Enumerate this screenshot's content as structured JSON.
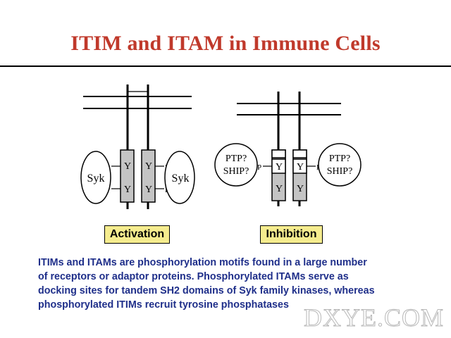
{
  "title": "ITIM and ITAM in Immune Cells",
  "colors": {
    "title": "#c0392b",
    "text": "#1f2f8a",
    "activation_box": "#f5ec8e",
    "inhibition_box": "#f5ec8e",
    "receptor_fill": "#c4c4c4"
  },
  "activation": {
    "label": "Activation",
    "tyrosine": "Y",
    "phospho": "P",
    "kinase_left": "Syk",
    "kinase_right": "Syk"
  },
  "inhibition": {
    "label": "Inhibition",
    "tyrosine": "Y",
    "phospho": "P",
    "phosphatase_left_line1": "PTP?",
    "phosphatase_left_line2": "SHIP?",
    "phosphatase_right_line1": "PTP?",
    "phosphatase_right_line2": "SHIP?"
  },
  "description": [
    "ITIMs and ITAMs are phosphorylation motifs found in a large number",
    "of receptors or adaptor proteins. Phosphorylated ITAMs serve as",
    "docking sites for tandem SH2 domains of Syk family kinases, whereas",
    "phosphorylated ITIMs recruit tyrosine phosphatases"
  ],
  "watermark": "DXYE.COM"
}
